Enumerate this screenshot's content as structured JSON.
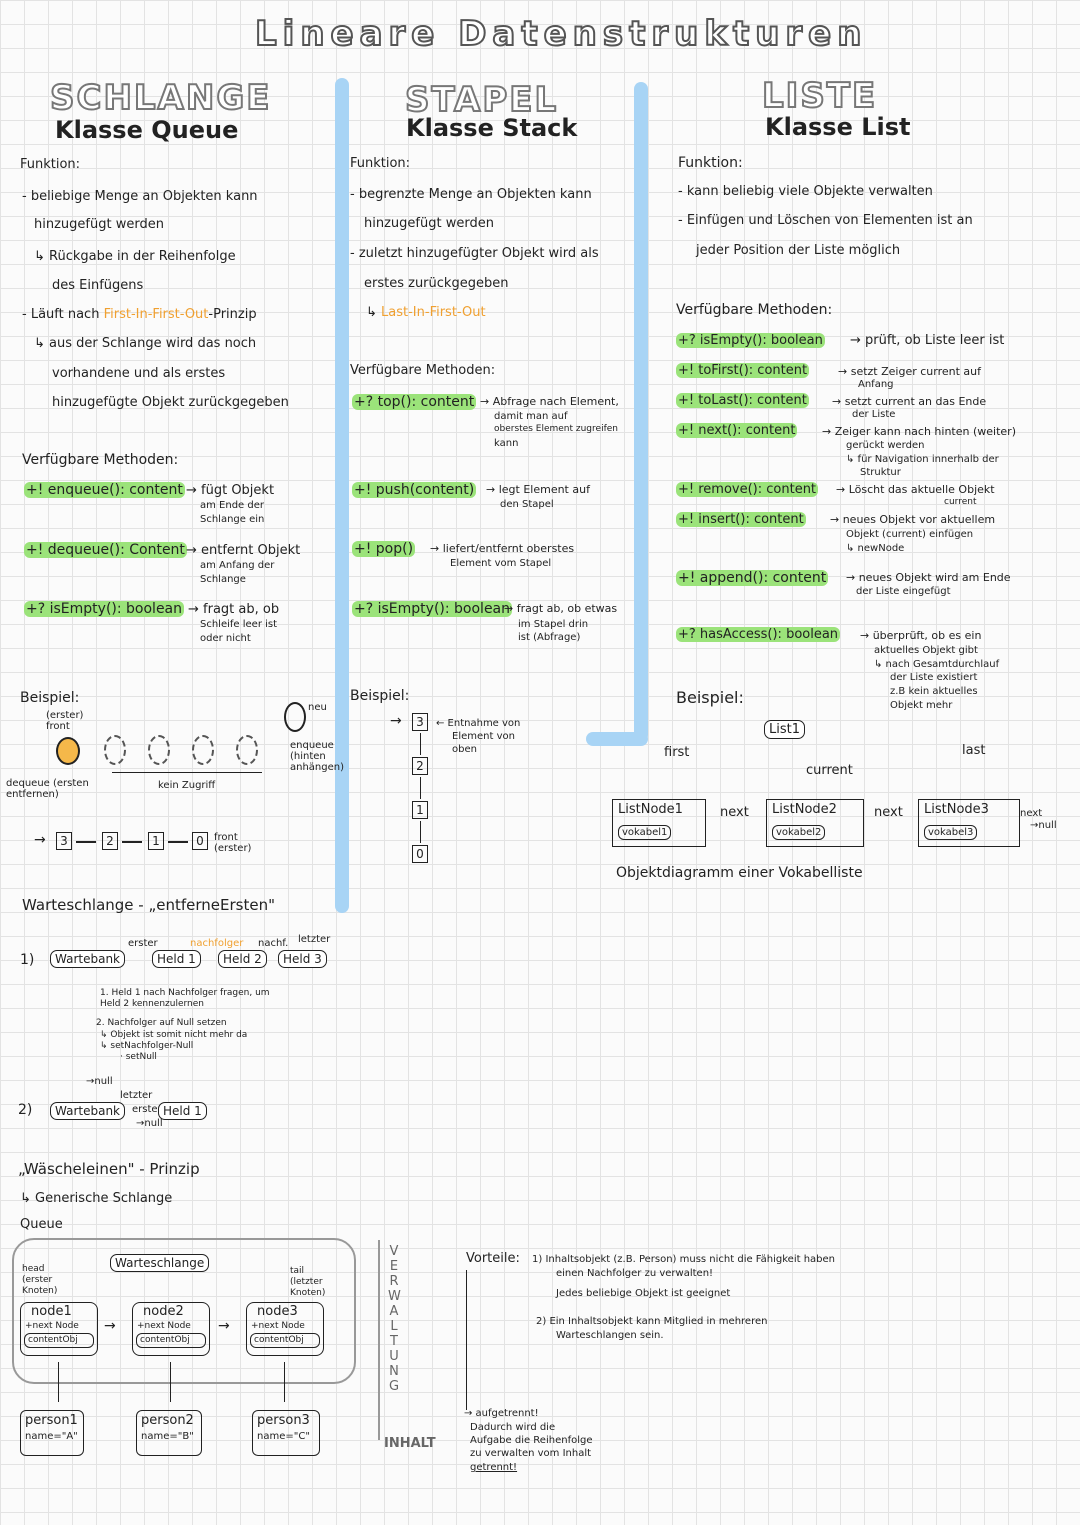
{
  "page_title": "Lineare Datenstrukturen",
  "queue": {
    "title": "SCHLANGE",
    "subtitle": "Klasse Queue",
    "func_label": "Funktion:",
    "f1a": "- beliebige Menge an Objekten kann",
    "f1b": "hinzugefügt werden",
    "f2a": "↳ Rückgabe in der Reihenfolge",
    "f2b": "des Einfügens",
    "f3a": "- Läuft nach",
    "f3b": "First-In-First-Out",
    "f3c": "-Prinzip",
    "f4a": "↳ aus der Schlange wird das noch",
    "f4b": "vorhandene und als erstes",
    "f4c": "hinzugefügte Objekt zurückgegeben",
    "methods_label": "Verfügbare Methoden:",
    "m1": "+! enqueue(): content",
    "m1d1": "→ fügt Objekt",
    "m1d2": "am Ende der",
    "m1d3": "Schlange ein",
    "m2": "+! dequeue(): Content",
    "m2d1": "→ entfernt Objekt",
    "m2d2": "am Anfang der",
    "m2d3": "Schlange",
    "m3": "+? isEmpty(): boolean",
    "m3d1": "→ fragt ab, ob",
    "m3d2": "Schleife leer ist",
    "m3d3": "oder nicht",
    "example_label": "Beispiel:",
    "ex_front": "(erster) front",
    "ex_new": "neu",
    "ex_enqueue": "enqueue (hinten anhängen)",
    "ex_dequeue": "dequeue (ersten entfernen)",
    "ex_noaccess": "kein Zugriff",
    "ex_chain": [
      "3",
      "2",
      "1",
      "0"
    ],
    "ex_chain_front": "front (erster)",
    "ws_title": "Warteschlange - „entferneErsten\"",
    "ws1_num": "1)",
    "ws1_labels": [
      "erster",
      "nachfolger",
      "nachf.",
      "letzter"
    ],
    "ws1_boxes": [
      "Wartebank",
      "Held 1",
      "Held 2",
      "Held 3"
    ],
    "ws1_n1": "1. Held 1 nach Nachfolger fragen, um Held 2 kennenzulernen",
    "ws1_n2": "2. Nachfolger auf Null setzen",
    "ws1_n3": "↳ Objekt ist somit nicht mehr da",
    "ws1_n4": "↳ setNachfolger-Null",
    "ws1_n5": "· setNull",
    "ws2_num": "2)",
    "ws2_null": "→null",
    "ws2_letzter": "letzter",
    "ws2_erster": "erster",
    "ws2_null2": "→null",
    "ws2_boxes": [
      "Wartebank",
      "Held 1"
    ],
    "wl_title": "„Wäscheleinen\" - Prinzip",
    "wl_sub": "↳ Generische Schlange",
    "wl_queue": "Queue",
    "wl_container": "Warteschlange",
    "wl_head": "head (erster Knoten)",
    "wl_tail": "tail (letzter Knoten)",
    "nodes": [
      {
        "name": "node1",
        "next": "+next Node",
        "obj": "contentObj",
        "person": "person1",
        "pname": "name=\"A\""
      },
      {
        "name": "node2",
        "next": "+next Node",
        "obj": "contentObj",
        "person": "person2",
        "pname": "name=\"B\""
      },
      {
        "name": "node3",
        "next": "+next Node",
        "obj": "contentObj",
        "person": "person3",
        "pname": "name=\"C\""
      }
    ],
    "verwaltung": [
      "V",
      "E",
      "R",
      "W",
      "A",
      "L",
      "T",
      "U",
      "N",
      "G"
    ],
    "inhalt": "INHALT",
    "vorteile_label": "Vorteile:",
    "v1a": "1) Inhaltsobjekt (z.B. Person) muss nicht die Fähigkeit haben",
    "v1b": "einen Nachfolger zu verwalten!",
    "v1c": "Jedes beliebige Objekt ist geeignet",
    "v2a": "2) Ein Inhaltsobjekt kann Mitglied in mehreren",
    "v2b": "Warteschlangen sein.",
    "auf1": "→ aufgetrennt!",
    "auf2": "Dadurch wird die",
    "auf3": "Aufgabe die Reihenfolge",
    "auf4": "zu verwalten vom Inhalt",
    "auf5": "getrennt!"
  },
  "stack": {
    "title": "STAPEL",
    "subtitle": "Klasse Stack",
    "func_label": "Funktion:",
    "f1a": "- begrenzte Menge an Objekten kann",
    "f1b": "hinzugefügt werden",
    "f2a": "- zuletzt hinzugefügter Objekt wird als",
    "f2b": "erstes zurückgegeben",
    "f3": "Last-In-First-Out",
    "methods_label": "Verfügbare Methoden:",
    "m1": "+? top(): content",
    "m1d1": "→ Abfrage nach Element,",
    "m1d2": "damit man auf",
    "m1d3": "oberstes Element zugreifen",
    "m1d4": "kann",
    "m2": "+! push(content)",
    "m2d1": "→ legt Element auf",
    "m2d2": "den Stapel",
    "m3": "+! pop()",
    "m3d1": "→ liefert/entfernt oberstes",
    "m3d2": "Element vom Stapel",
    "m4": "+? isEmpty(): boolean",
    "m4d1": "→ fragt ab, ob etwas",
    "m4d2": "im Stapel drin",
    "m4d3": "ist (Abfrage)",
    "example_label": "Beispiel:",
    "ex_note1": "← Entnahme von",
    "ex_note2": "Element von",
    "ex_note3": "oben",
    "ex_stack": [
      "3",
      "2",
      "1",
      "0"
    ]
  },
  "list": {
    "title": "LISTE",
    "subtitle": "Klasse List",
    "func_label": "Funktion:",
    "f1": "- kann beliebig viele Objekte verwalten",
    "f2a": "- Einfügen und Löschen von Elementen ist an",
    "f2b": "jeder Position der Liste möglich",
    "methods_label": "Verfügbare Methoden:",
    "m1": "+? isEmpty(): boolean",
    "m1d": "→ prüft, ob Liste leer ist",
    "m2": "+! toFirst(): content",
    "m2d1": "→ setzt Zeiger current auf",
    "m2d2": "Anfang",
    "m3": "+! toLast(): content",
    "m3d1": "→ setzt current an das Ende",
    "m3d2": "der Liste",
    "m4": "+! next(): content",
    "m4d1": "→ Zeiger kann nach hinten (weiter)",
    "m4d2": "gerückt werden",
    "m4d3": "↳ für Navigation innerhalb der",
    "m4d4": "Struktur",
    "m5": "+! remove(): content",
    "m5d1": "→ Löscht das aktuelle Objekt",
    "m5d2": "current",
    "m6": "+! insert(): content",
    "m6d1": "→ neues Objekt vor aktuellem",
    "m6d2": "Objekt (current) einfügen",
    "m6d3": "↳ newNode",
    "m7": "+! append(): content",
    "m7d1": "→ neues Objekt wird am Ende",
    "m7d2": "der Liste eingefügt",
    "m8": "+? hasAccess(): boolean",
    "m8d1": "→ überprüft, ob es ein",
    "m8d2": "aktuelles Objekt gibt",
    "m8d3": "↳ nach Gesamtdurchlauf",
    "m8d4": "der Liste existiert",
    "m8d5": "z.B kein aktuelles",
    "m8d6": "Objekt mehr",
    "example_label": "Beispiel:",
    "ex_list": "List1",
    "ex_first": "first",
    "ex_current": "current",
    "ex_last": "last",
    "ex_next": "next",
    "ex_null": "→null",
    "ex_nodes": [
      {
        "name": "ListNode1",
        "val": "vokabel1"
      },
      {
        "name": "ListNode2",
        "val": "vokabel2"
      },
      {
        "name": "ListNode3",
        "val": "vokabel3"
      }
    ],
    "ex_caption": "Objektdiagramm einer Vokabelliste"
  }
}
